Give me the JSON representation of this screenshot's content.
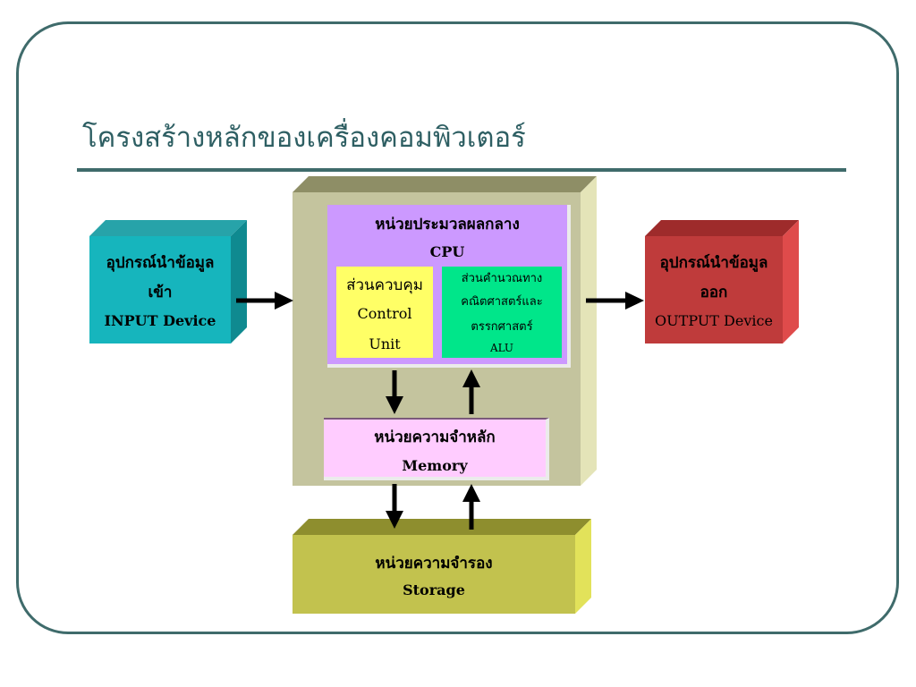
{
  "slide": {
    "title": "โครงสร้างหลักของเครื่องคอมพิวเตอร์"
  },
  "input_device": {
    "line1": "อุปกรณ์นำข้อมูล",
    "line2": "เข้า",
    "line3": "INPUT Device"
  },
  "output_device": {
    "line1": "อุปกรณ์นำข้อมูล",
    "line2": "ออก",
    "line3": "OUTPUT Device"
  },
  "cpu": {
    "line1": "หน่วยประมวลผลกลาง",
    "line2": "CPU"
  },
  "control_unit": {
    "line1": "ส่วนควบคุม",
    "line2": "Control",
    "line3": "Unit"
  },
  "alu": {
    "line1": "ส่วนคำนวณทาง",
    "line2": "คณิตศาสตร์และ",
    "line3": "ตรรกศาสตร์",
    "line4": "ALU"
  },
  "memory": {
    "line1": "หน่วยความจำหลัก",
    "line2": "Memory"
  },
  "storage": {
    "line1": "หน่วยความจำรอง",
    "line2": "Storage"
  },
  "colors": {
    "frame": "#3f6b6b",
    "input_face": "#16b5bd",
    "output_face": "#bf3b3b",
    "system_face": "#c4c49e",
    "cpu_face": "#cc99ff",
    "control_face": "#ffff66",
    "alu_face": "#00e68a",
    "memory_face": "#ffccff",
    "storage_face": "#c2c24e"
  }
}
